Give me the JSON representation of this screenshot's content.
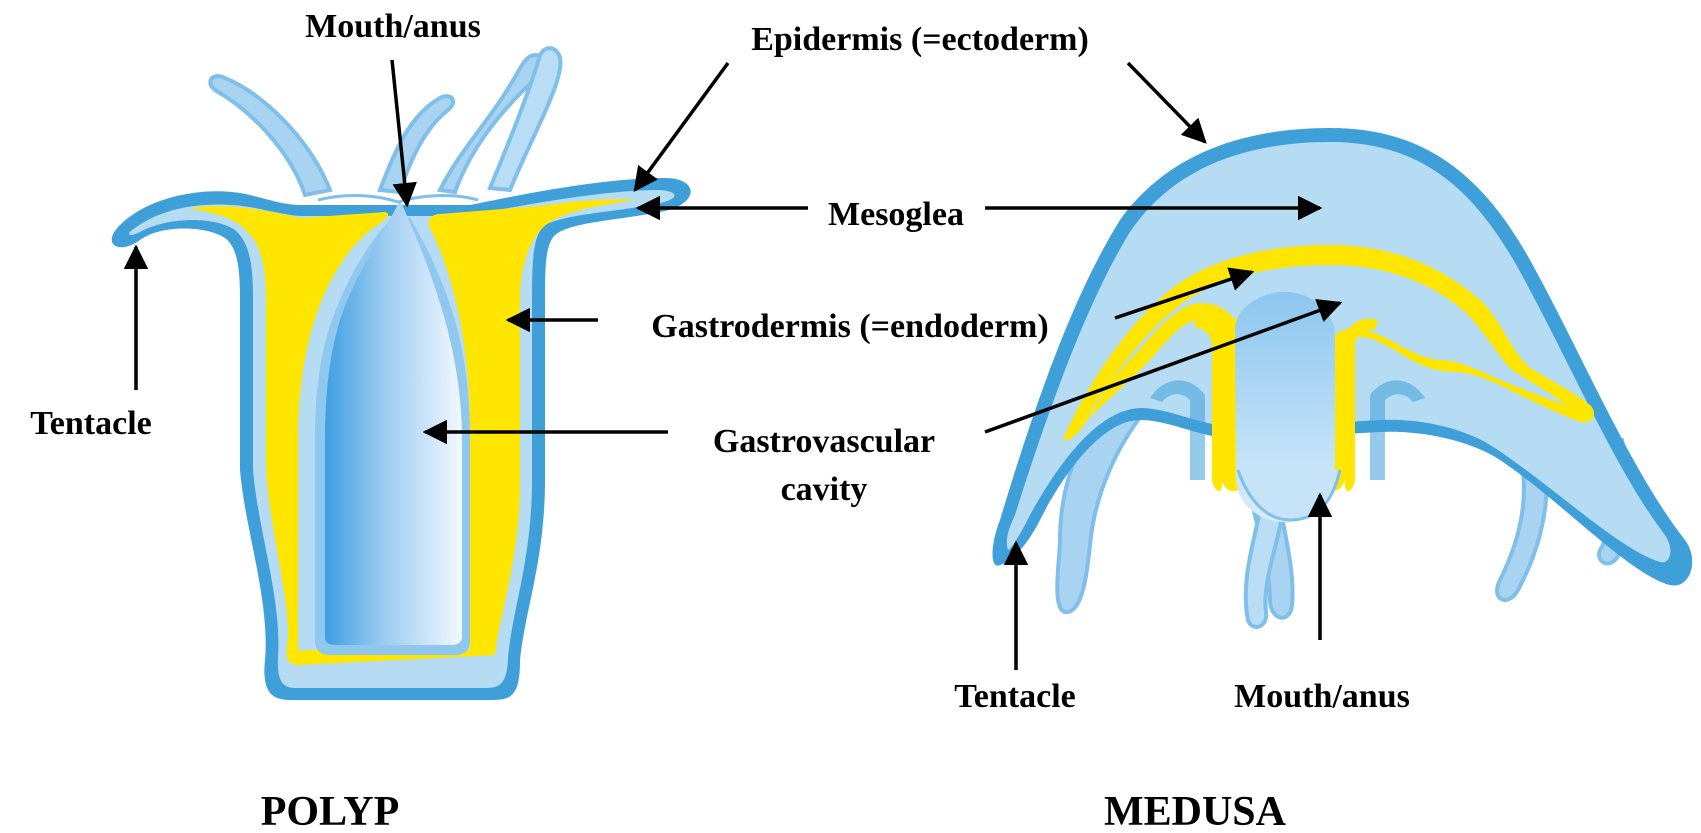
{
  "colors": {
    "epidermis": "#3f9fd9",
    "mesoglea": "#b6dcf3",
    "gastrodermis": "#ffe600",
    "cavity_light": "#dcefff",
    "cavity_dark": "#4aa7e6",
    "tentacle_fill": "#a9d4f1",
    "arrow": "#000000"
  },
  "polyp": {
    "title": "POLYP",
    "labels": {
      "mouth_anus": "Mouth/anus",
      "tentacle": "Tentacle"
    }
  },
  "medusa": {
    "title": "MEDUSA",
    "labels": {
      "tentacle": "Tentacle",
      "mouth_anus": "Mouth/anus"
    }
  },
  "shared_labels": {
    "epidermis": "Epidermis (=ectoderm)",
    "mesoglea": "Mesoglea",
    "gastrodermis": "Gastrodermis (=endoderm)",
    "gastrovascular_line1": "Gastrovascular",
    "gastrovascular_line2": "cavity"
  }
}
